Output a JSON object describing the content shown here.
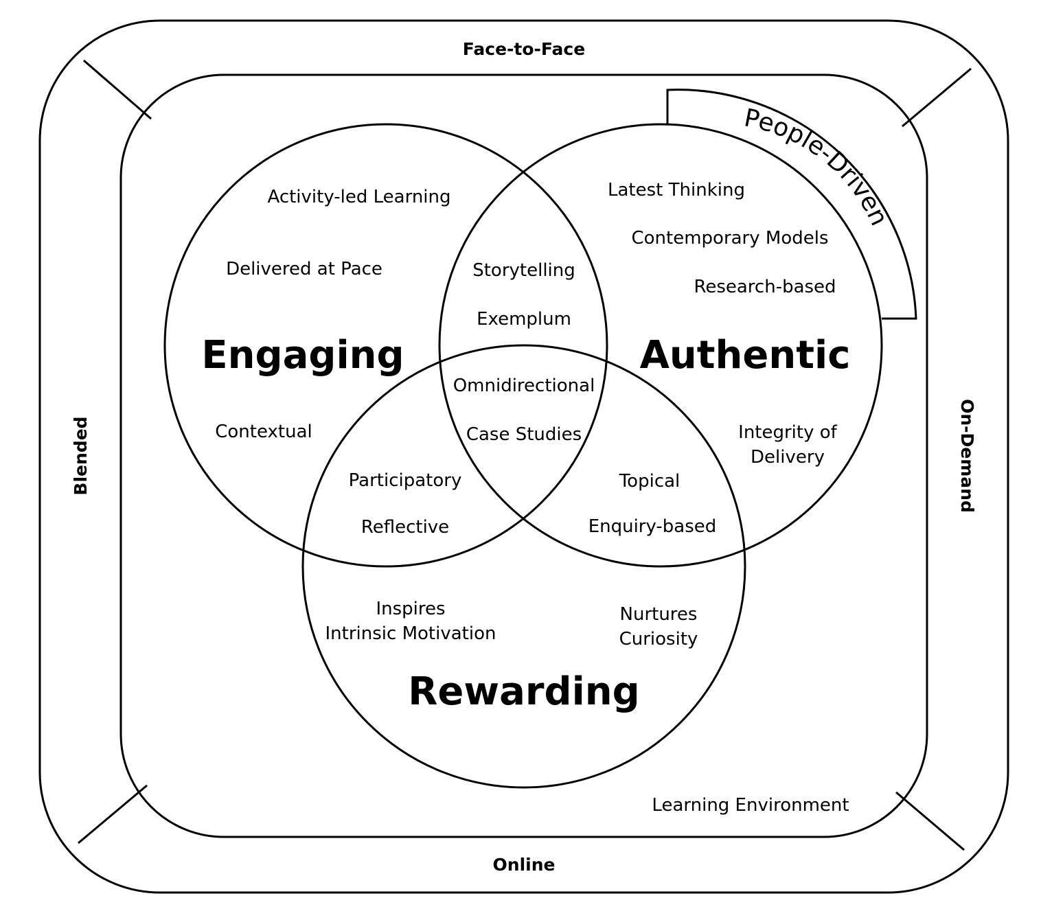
{
  "delivery_modes": {
    "top": "Face-to-Face",
    "bottom": "Online",
    "left": "Blended",
    "right": "On-Demand"
  },
  "environment_label": "Learning Environment",
  "people_driven": "People-Driven",
  "circles": {
    "engaging": {
      "title": "Engaging",
      "items": [
        "Activity-led Learning",
        "Delivered at Pace",
        "Contextual"
      ]
    },
    "authentic": {
      "title": "Authentic",
      "items": [
        "Latest Thinking",
        "Contemporary Models",
        "Research-based"
      ],
      "integrity": [
        "Integrity of",
        "Delivery"
      ]
    },
    "rewarding": {
      "title": "Rewarding",
      "inspires": [
        "Inspires",
        "Intrinsic Motivation"
      ],
      "nurtures": [
        "Nurtures",
        "Curiosity"
      ]
    }
  },
  "overlaps": {
    "engaging_authentic": [
      "Storytelling",
      "Exemplum"
    ],
    "all_three": [
      "Omnidirectional",
      "Case Studies"
    ],
    "engaging_rewarding": [
      "Participatory",
      "Reflective"
    ],
    "authentic_rewarding": [
      "Topical",
      "Enquiry-based"
    ]
  }
}
